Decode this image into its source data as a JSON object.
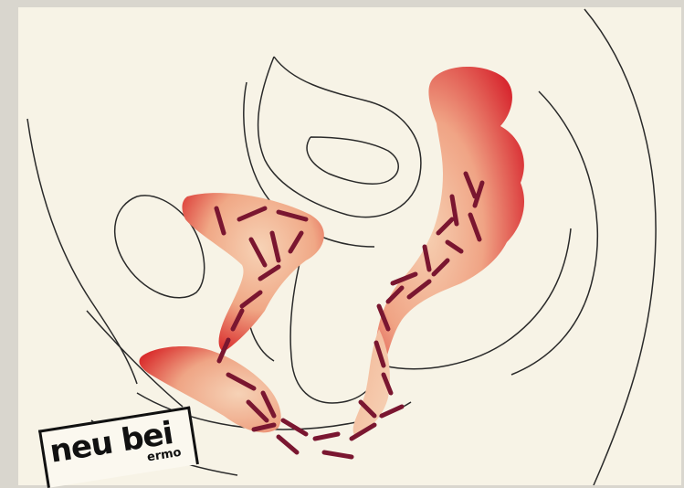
{
  "image": {
    "subject": "anatomical-illustration",
    "colors": {
      "background": "#f7f3e6",
      "paper_edge": "#d9d6ce",
      "line": "#2a2a2a",
      "tissue_red": "#d8262a",
      "tissue_light": "#f4c7a6",
      "rod": "#7a1630"
    }
  },
  "stamp": {
    "line1": "neu bei",
    "line2": "ermo"
  }
}
